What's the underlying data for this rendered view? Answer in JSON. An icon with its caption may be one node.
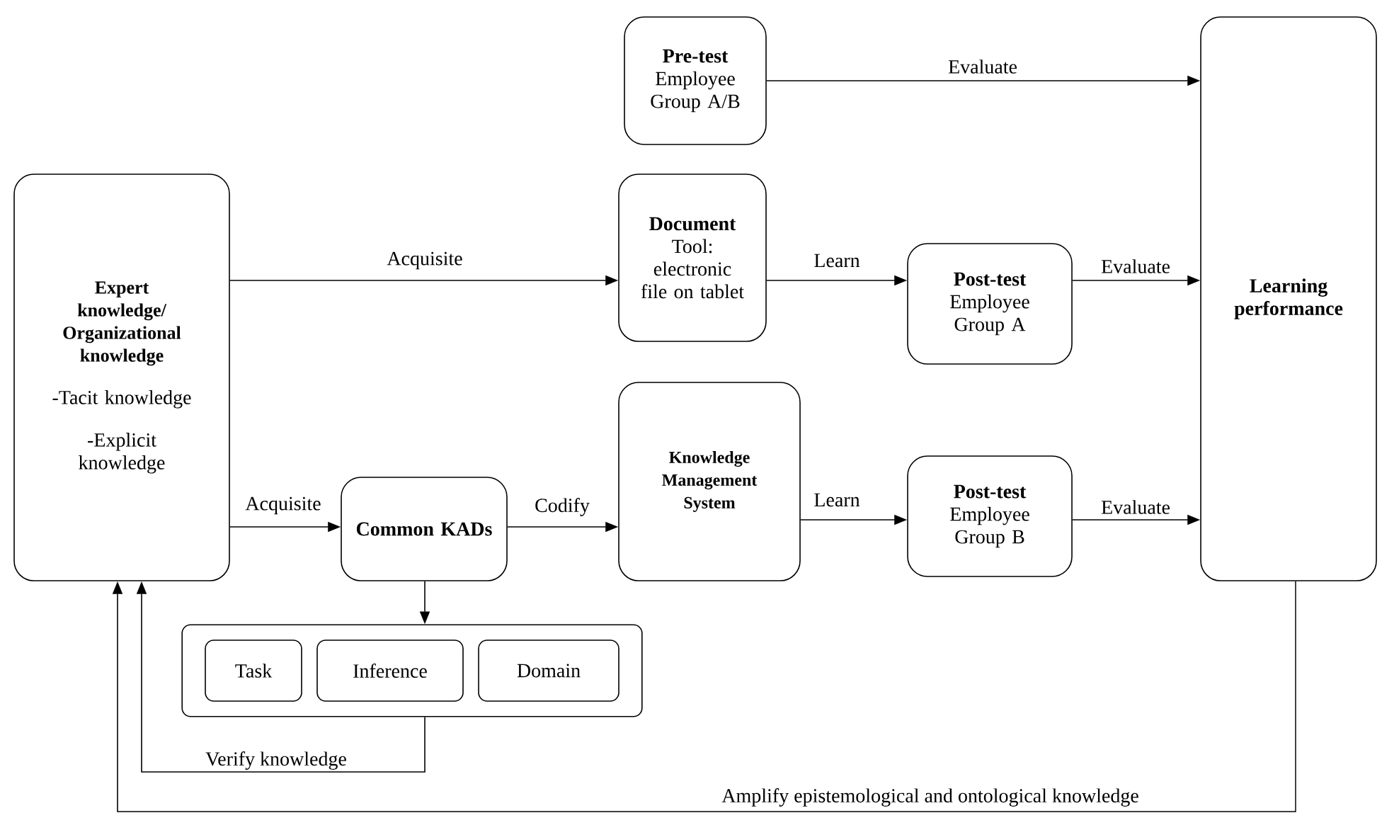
{
  "diagram": {
    "nodes": [
      {
        "text": [
          "Expert knowledge/ Organizational knowledge",
          "-Tacit knowledge",
          "-Explicit knowledge"
        ]
      },
      {
        "text": [
          "Pre-test",
          "Employee Group A/B"
        ]
      },
      {
        "text": [
          "Document",
          "Tool: electronic file on tablet"
        ]
      },
      {
        "text": [
          "Post-test",
          "Employee Group A"
        ]
      },
      {
        "text": [
          "Learning performance"
        ]
      },
      {
        "text": [
          "Common KADs"
        ]
      },
      {
        "text": [
          "Knowledge Management System"
        ]
      },
      {
        "text": [
          "Post-test",
          "Employee Group B"
        ]
      },
      {
        "text": [],
        "shape": "box"
      },
      {
        "text": [
          "Task"
        ],
        "in": 8
      },
      {
        "text": [
          "Inference"
        ],
        "in": 8
      },
      {
        "text": [
          "Domain"
        ],
        "in": 8
      }
    ],
    "edges": [
      {
        "from": 0,
        "to": 2,
        "arrow": "to",
        "label": "Acquisite"
      },
      {
        "from": 0,
        "to": 5,
        "arrow": "to",
        "label": "Acquisite"
      },
      {
        "from": 5,
        "to": 6,
        "arrow": "to",
        "label": "Codify"
      },
      {
        "from": 2,
        "to": 3,
        "arrow": "to",
        "label": "Learn"
      },
      {
        "from": 6,
        "to": 7,
        "arrow": "to",
        "label": "Learn"
      },
      {
        "from": 1,
        "to": 4,
        "arrow": "to",
        "label": "Evaluate"
      },
      {
        "from": 3,
        "to": 4,
        "arrow": "to",
        "label": "Evaluate"
      },
      {
        "from": 7,
        "to": 4,
        "arrow": "to",
        "label": "Evaluate"
      },
      {
        "from": 5,
        "to": 8,
        "arrow": "to"
      },
      {
        "from": 8,
        "to": 0,
        "arrow": "to",
        "label": "Verify knowledge"
      },
      {
        "from": 4,
        "to": 0,
        "arrow": "to",
        "label": "Amplify epistemological and ontological knowledge"
      }
    ]
  }
}
